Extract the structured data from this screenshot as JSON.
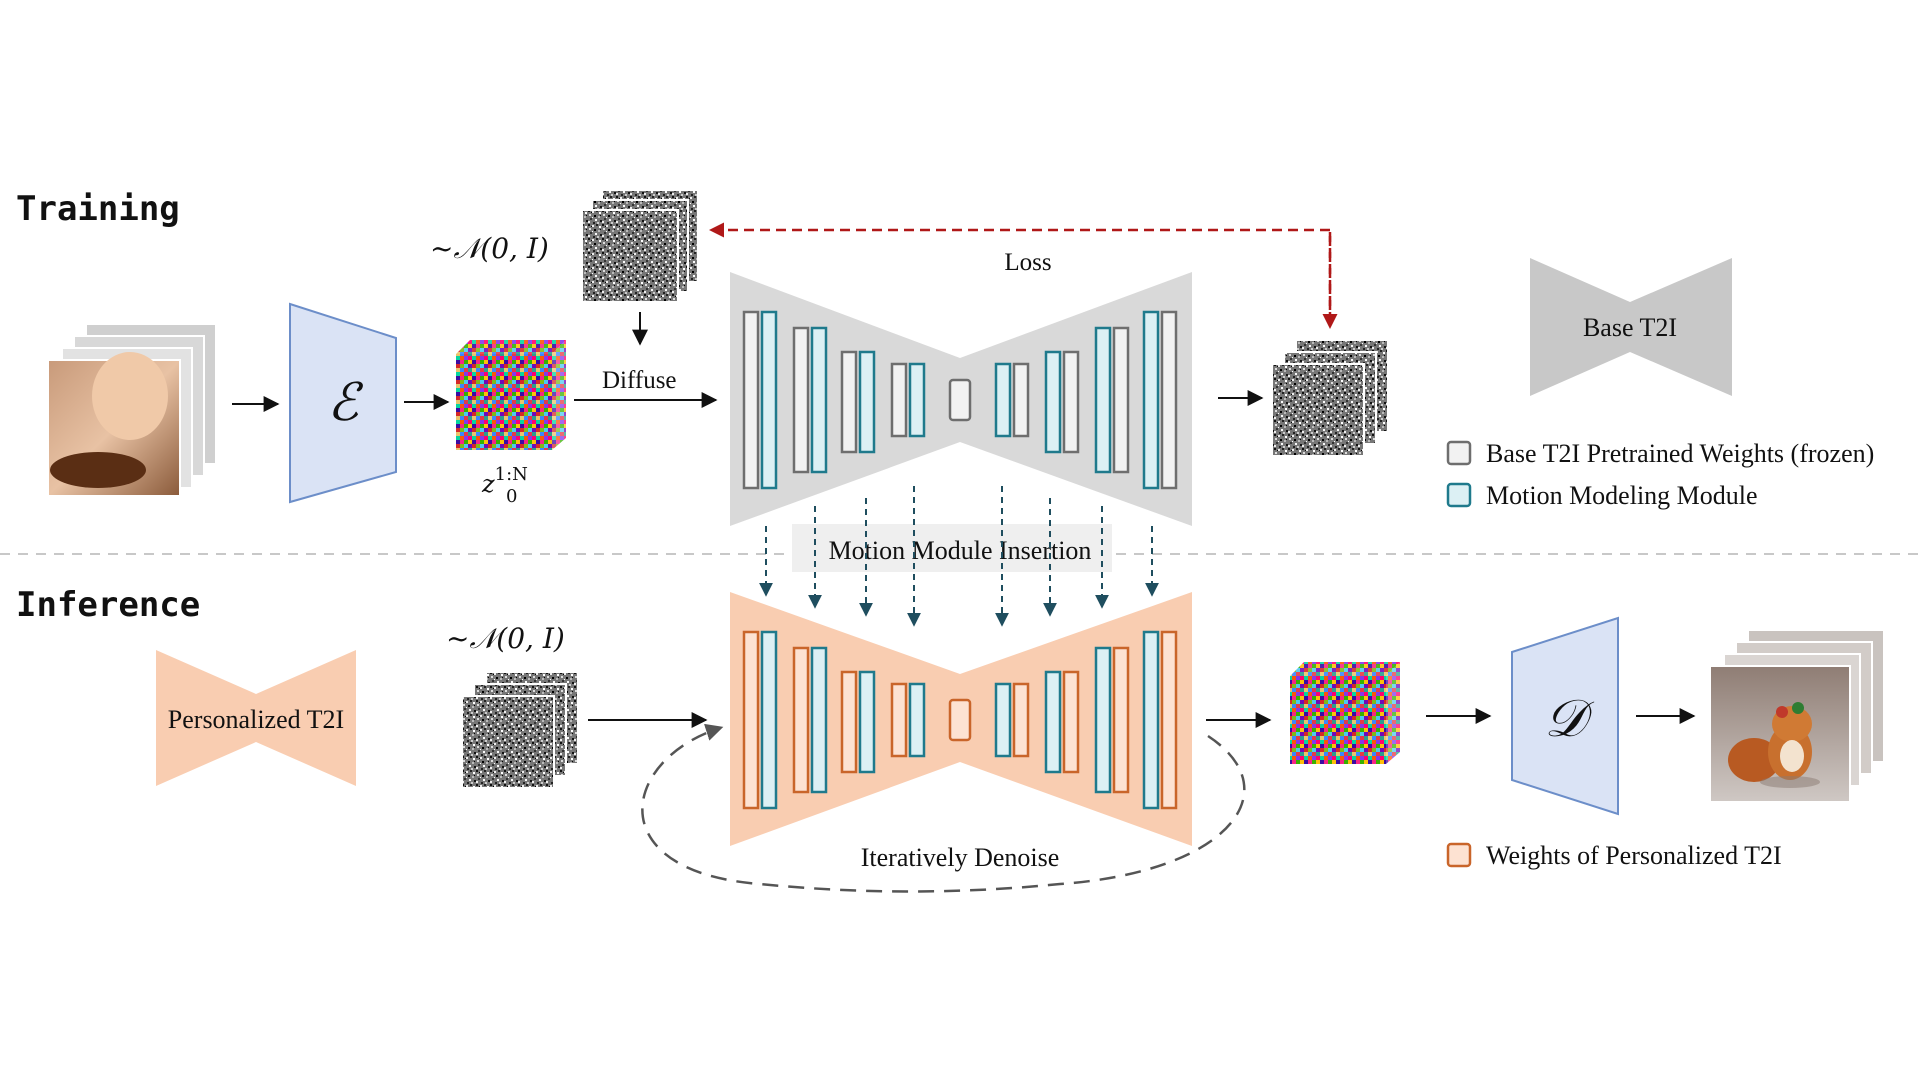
{
  "sections": {
    "training": "Training",
    "inference": "Inference"
  },
  "labels": {
    "noise_dist_training": "~𝒩(0, I)",
    "noise_dist_inference": "~𝒩(0, I)",
    "latent_symbol": "z",
    "latent_subscript": "0",
    "latent_superscript": "1:N",
    "diffuse": "Diffuse",
    "loss": "Loss",
    "motion_module_insertion": "Motion Module Insertion",
    "iteratively_denoise": "Iteratively Denoise",
    "encoder_symbol": "ℰ",
    "decoder_symbol": "𝒟",
    "personalized_t2i": "Personalized T2I",
    "base_t2i": "Base T2I"
  },
  "legend": [
    {
      "label": "Base T2I Pretrained Weights (frozen)",
      "swatch": "base"
    },
    {
      "label": "Motion Modeling Module",
      "swatch": "motion"
    },
    {
      "label": "Weights of Personalized T2I",
      "swatch": "personal"
    }
  ],
  "colors": {
    "encoder_fill": "#dae3f5",
    "encoder_stroke": "#6c8ec9",
    "base_unet_fill": "#d9d9d9",
    "personal_fill": "#f9cdb1",
    "motion_fill": "#dcf0f4",
    "motion_stroke": "#1f7a8c",
    "personal_stroke": "#c9652a",
    "base_stroke": "#6e6e6e",
    "loss_arrow": "#b01818",
    "insertion_arrow": "#1f4e5f"
  },
  "icons": [
    "video-frames-icon",
    "noise-stack-icon",
    "latent-cube-icon",
    "squirrel-output-icon"
  ]
}
